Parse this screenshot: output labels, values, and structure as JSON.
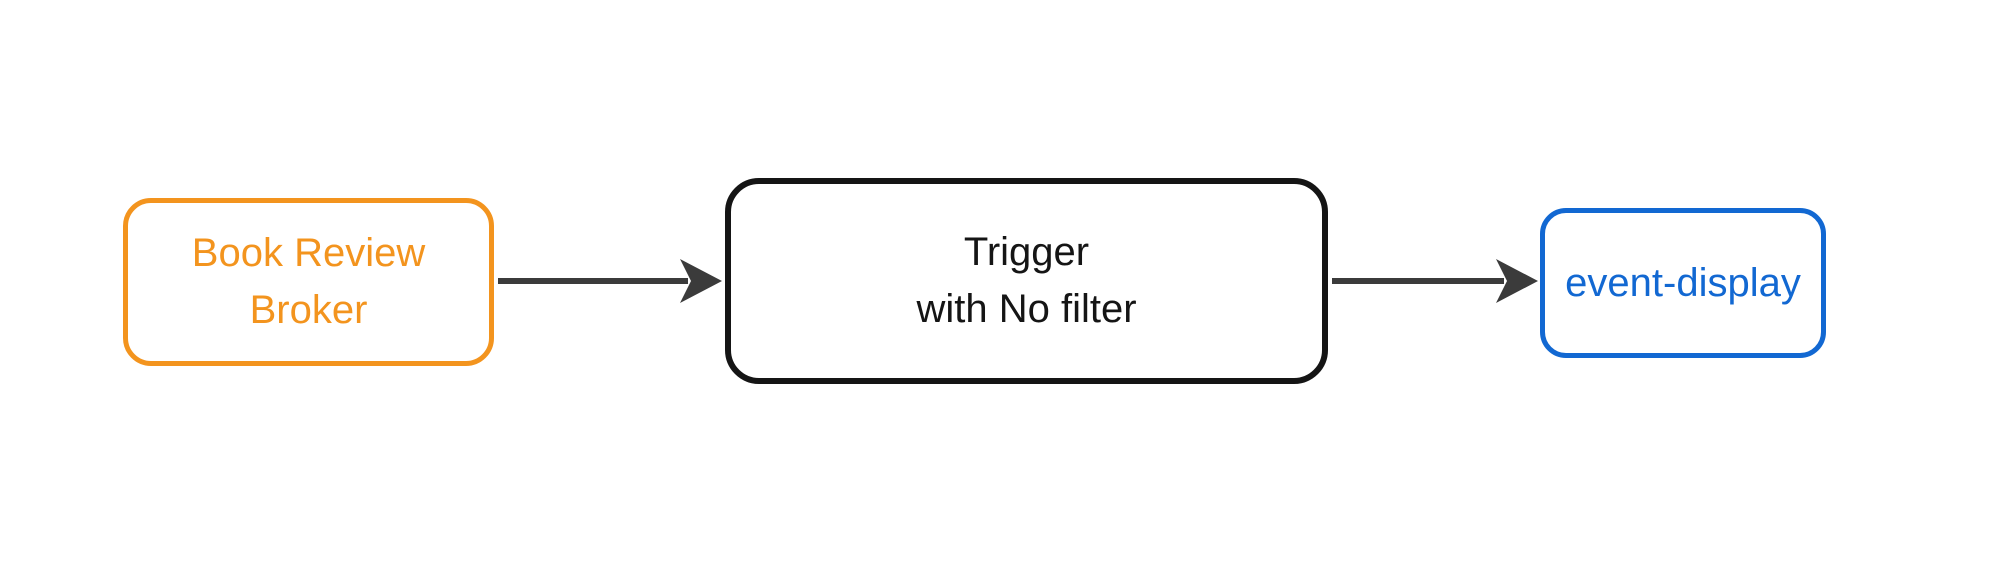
{
  "diagram": {
    "type": "flow",
    "direction": "left-to-right",
    "nodes": [
      {
        "id": "book-review-broker",
        "label_lines": [
          "Book Review",
          "Broker"
        ],
        "color": "#F3941E",
        "shape": "rounded-rectangle"
      },
      {
        "id": "trigger",
        "label_lines": [
          "Trigger",
          "with No filter"
        ],
        "color": "#151515",
        "shape": "rounded-rectangle"
      },
      {
        "id": "event-display",
        "label_lines": [
          "event-display"
        ],
        "color": "#1268D2",
        "shape": "rounded-rectangle"
      }
    ],
    "edges": [
      {
        "from": "book-review-broker",
        "to": "trigger",
        "style": "solid-arrow"
      },
      {
        "from": "trigger",
        "to": "event-display",
        "style": "solid-arrow"
      }
    ]
  },
  "colors": {
    "orange": "#F3941E",
    "blue": "#1268D2",
    "black": "#151515",
    "arrow": "#3B3B3B",
    "background": "#FFFFFF"
  }
}
